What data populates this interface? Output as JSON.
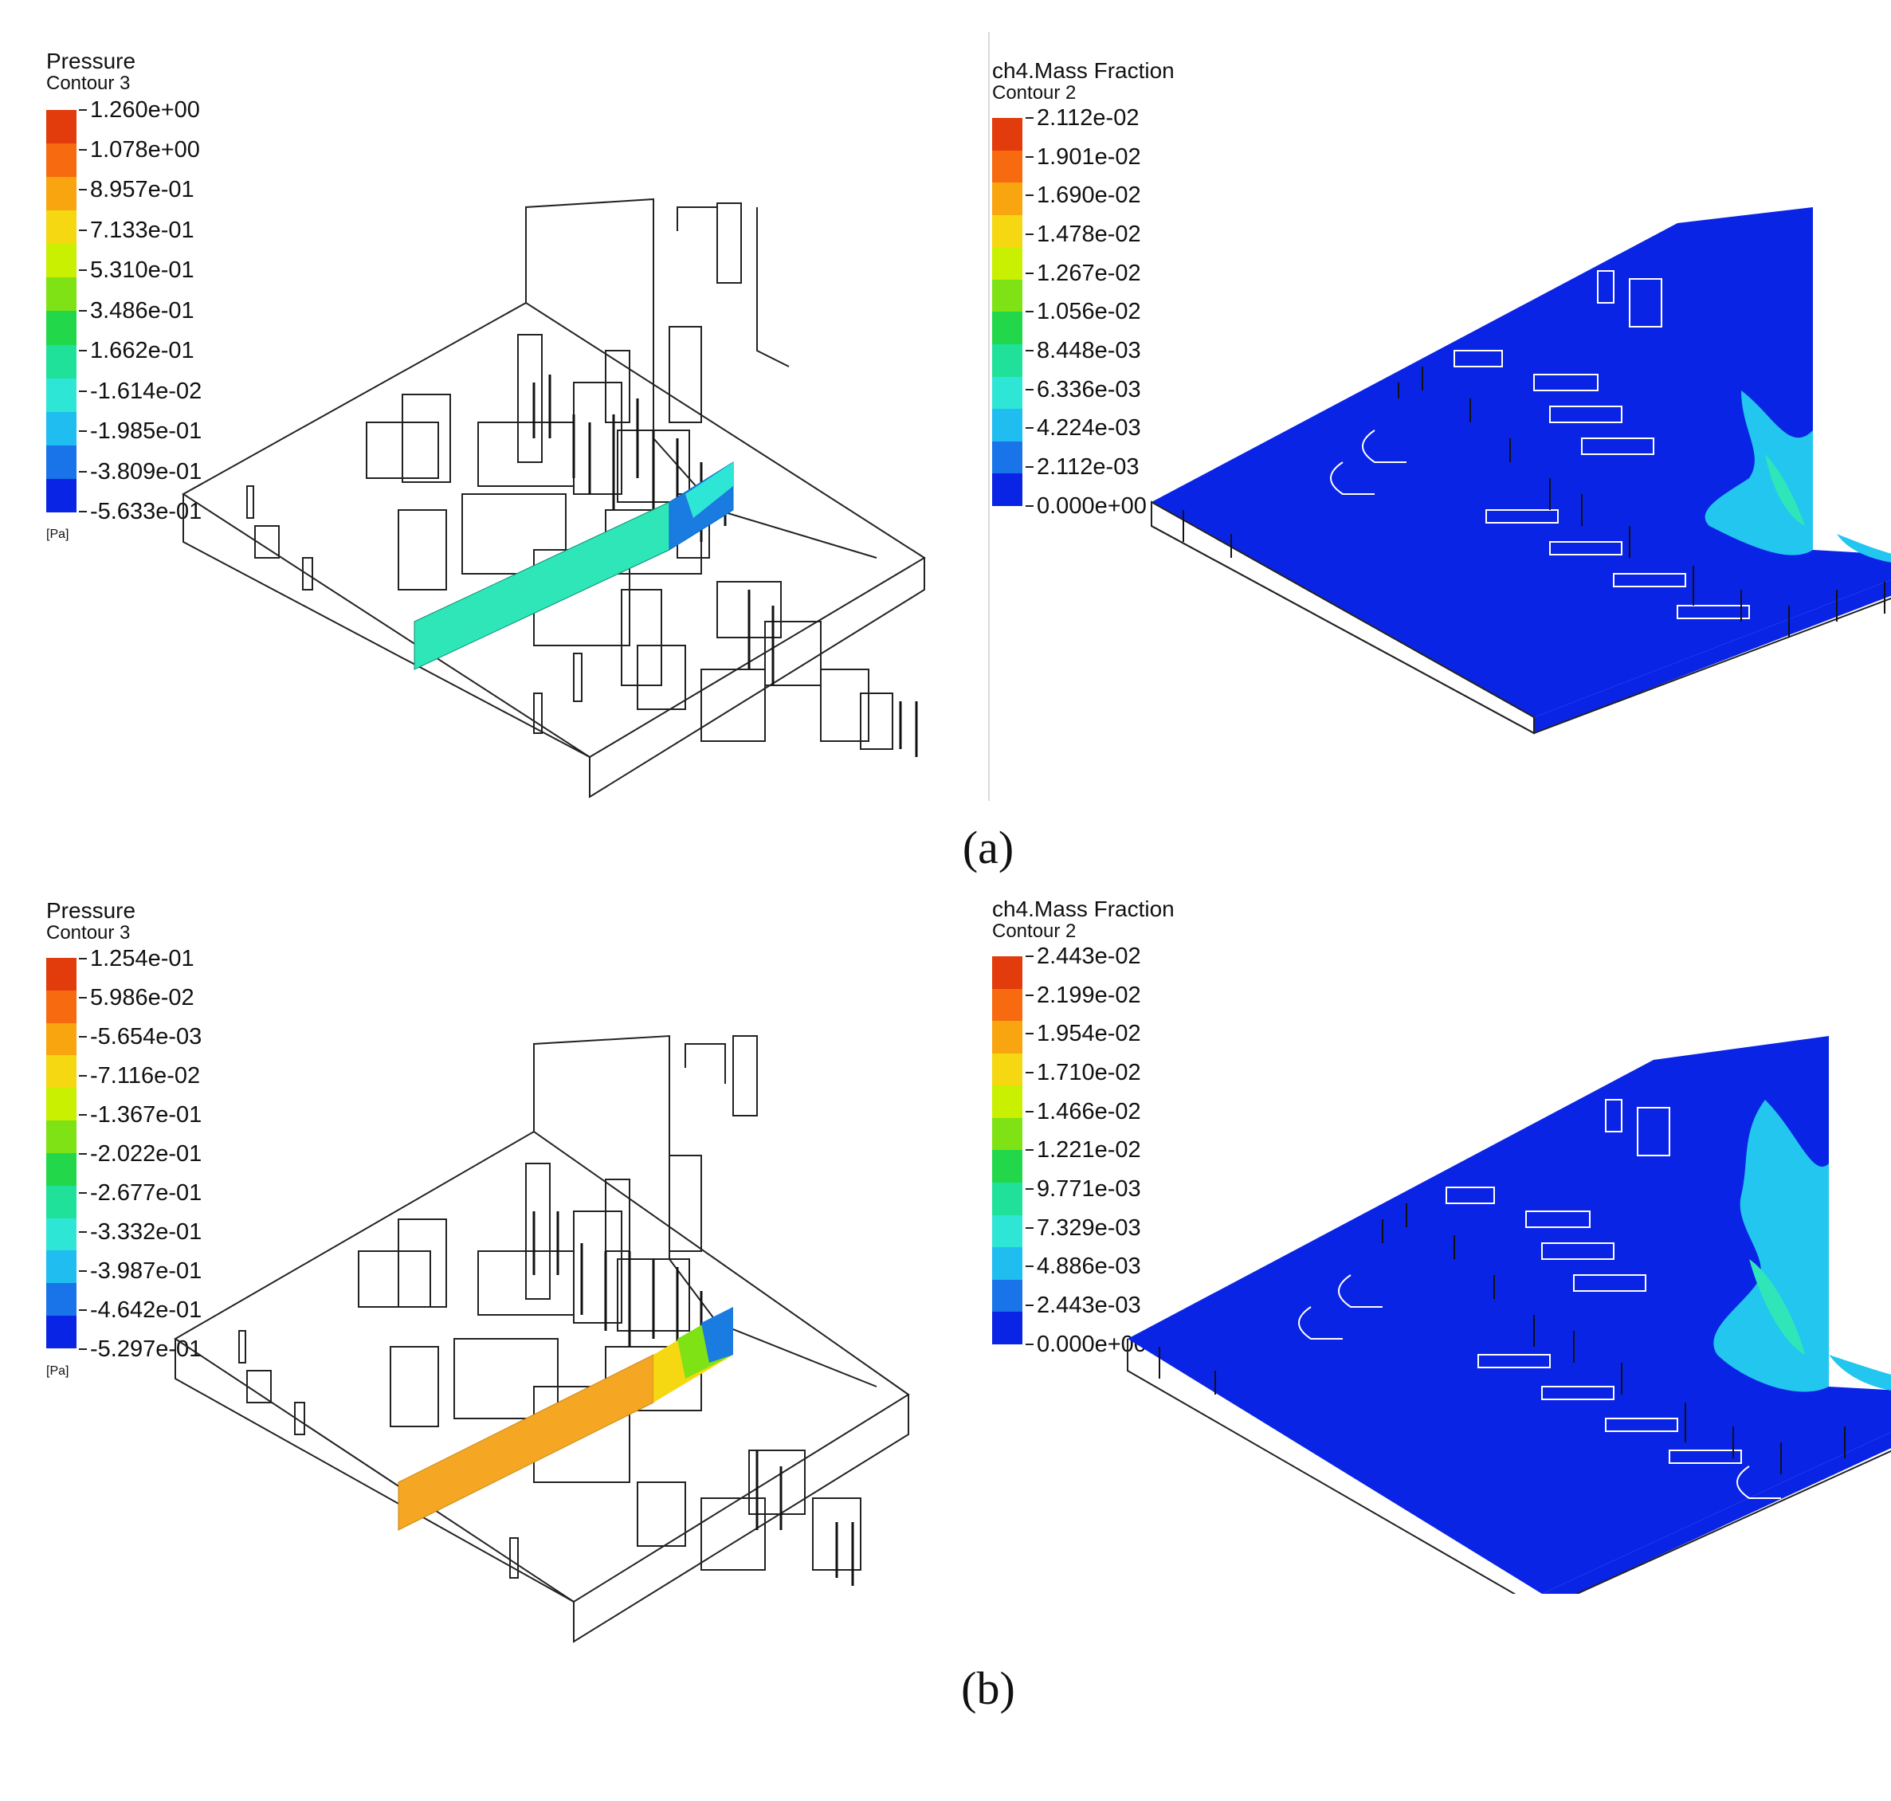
{
  "panels": [
    {
      "id": "a-pressure",
      "variable": "Pressure",
      "contour": "Contour 3",
      "unit": "[Pa]",
      "ticks": [
        "1.260e+00",
        "1.078e+00",
        "8.957e-01",
        "7.133e-01",
        "5.310e-01",
        "3.486e-01",
        "1.662e-01",
        "-1.614e-02",
        "-1.985e-01",
        "-3.809e-01",
        "-5.633e-01"
      ],
      "slice_color": "#2ee6b8",
      "slice_hot_color": "#1a7be0"
    },
    {
      "id": "a-ch4",
      "variable": "ch4.Mass Fraction",
      "contour": "Contour 2",
      "unit": "",
      "ticks": [
        "2.112e-02",
        "1.901e-02",
        "1.690e-02",
        "1.478e-02",
        "1.267e-02",
        "1.056e-02",
        "8.448e-03",
        "6.336e-03",
        "4.224e-03",
        "2.112e-03",
        "0.000e+00"
      ],
      "slice_color": "#0a24e6",
      "slice_hot_color": "#22c6ee"
    },
    {
      "id": "b-pressure",
      "variable": "Pressure",
      "contour": "Contour 3",
      "unit": "[Pa]",
      "ticks": [
        "1.254e-01",
        "5.986e-02",
        "-5.654e-03",
        "-7.116e-02",
        "-1.367e-01",
        "-2.022e-01",
        "-2.677e-01",
        "-3.332e-01",
        "-3.987e-01",
        "-4.642e-01",
        "-5.297e-01"
      ],
      "slice_color": "#f5a623",
      "slice_hot_color": "#1a7be0"
    },
    {
      "id": "b-ch4",
      "variable": "ch4.Mass Fraction",
      "contour": "Contour 2",
      "unit": "",
      "ticks": [
        "2.443e-02",
        "2.199e-02",
        "1.954e-02",
        "1.710e-02",
        "1.466e-02",
        "1.221e-02",
        "9.771e-03",
        "7.329e-03",
        "4.886e-03",
        "2.443e-03",
        "0.000e+00"
      ],
      "slice_color": "#0a24e6",
      "slice_hot_color": "#22c6ee"
    }
  ],
  "colormap": [
    "#e23b0c",
    "#f86a10",
    "#f9a50f",
    "#f6d812",
    "#c8f000",
    "#7ee214",
    "#22d84a",
    "#1fe19a",
    "#2ee6d6",
    "#1fbdf0",
    "#1874e8",
    "#0a24e6"
  ],
  "captions": {
    "a": "(a)",
    "b": "(b)"
  }
}
